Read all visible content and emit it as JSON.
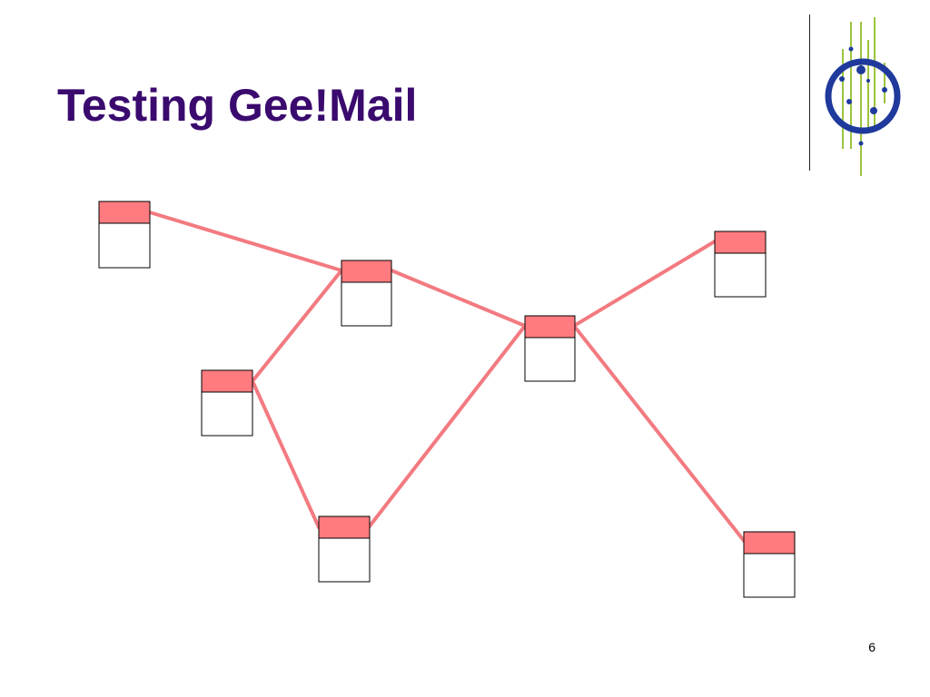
{
  "slide": {
    "title": "Testing Gee!Mail",
    "page_number": "6"
  },
  "colors": {
    "title": "#3a0a6e",
    "node_header": "#ff7b7f",
    "edge": "#f27a80",
    "node_border": "#000000",
    "logo_ring": "#1f3a9c",
    "logo_lines": "#9cc43c"
  },
  "logo": {
    "icon": "circuit-circle-logo-icon"
  },
  "diagram": {
    "node_count": 7,
    "edge_count": 7
  }
}
